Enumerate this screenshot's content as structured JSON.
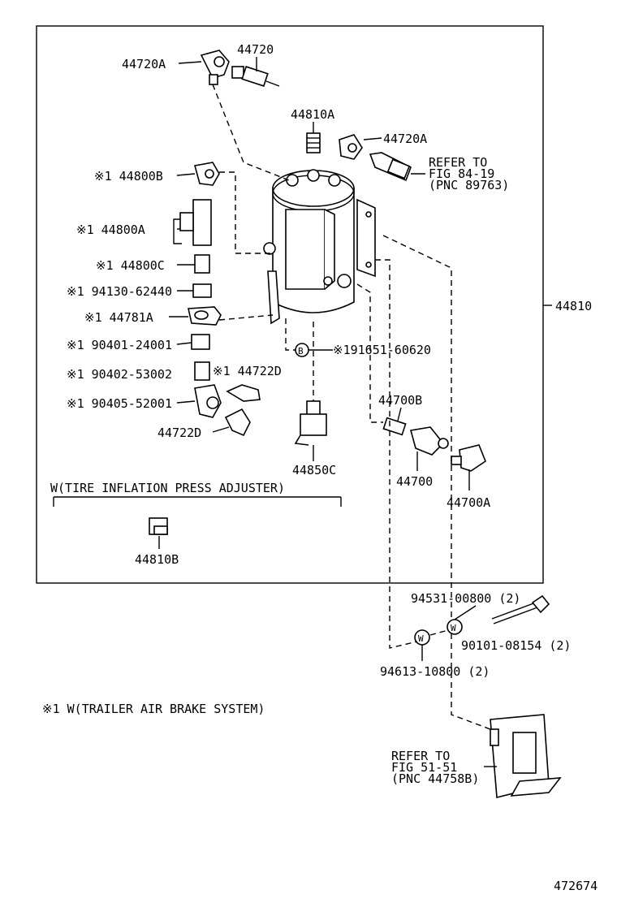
{
  "labels": {
    "p44720": "44720",
    "p44720A_top": "44720A",
    "p44810A": "44810A",
    "p44720A_right": "44720A",
    "refer1_l1": "REFER TO",
    "refer1_l2": "FIG 84-19",
    "refer1_l3": "(PNC 89763)",
    "p44800B": "※1 44800B",
    "p44800A": "※1 44800A",
    "p44800C": "※1 44800C",
    "p94130": "※1 94130-62440",
    "p44781A": "※1 44781A",
    "p90401": "※1 90401-24001",
    "p90402": "※1 90402-53002",
    "p44722D_a": "※1 44722D",
    "p90405": "※1 90405-52001",
    "p44722D_b": "44722D",
    "p91651": "※191651-60620",
    "p44850C": "44850C",
    "p44700B": "44700B",
    "p44700": "44700",
    "p44700A": "44700A",
    "p44810": "44810",
    "tire_section": "W(TIRE INFLATION PRESS ADJUSTER)",
    "p44810B": "44810B",
    "p94531": "94531-00800 (2)",
    "p90101": "90101-08154 (2)",
    "p94613": "94613-10800 (2)",
    "note1": "※1 W(TRAILER AIR BRAKE SYSTEM)",
    "refer2_l1": "REFER TO",
    "refer2_l2": "FIG 51-51",
    "refer2_l3": "(PNC 44758B)",
    "diagram_no": "472674",
    "tag_b": "B",
    "tag_w1": "W",
    "tag_w2": "W"
  },
  "icons": [
    "tank-icon",
    "elbow-fitting-icon",
    "valve-icon",
    "plug-icon",
    "connector-icon",
    "nut-icon",
    "bracket-icon",
    "bolt-icon",
    "washer-icon",
    "gasket-icon"
  ]
}
